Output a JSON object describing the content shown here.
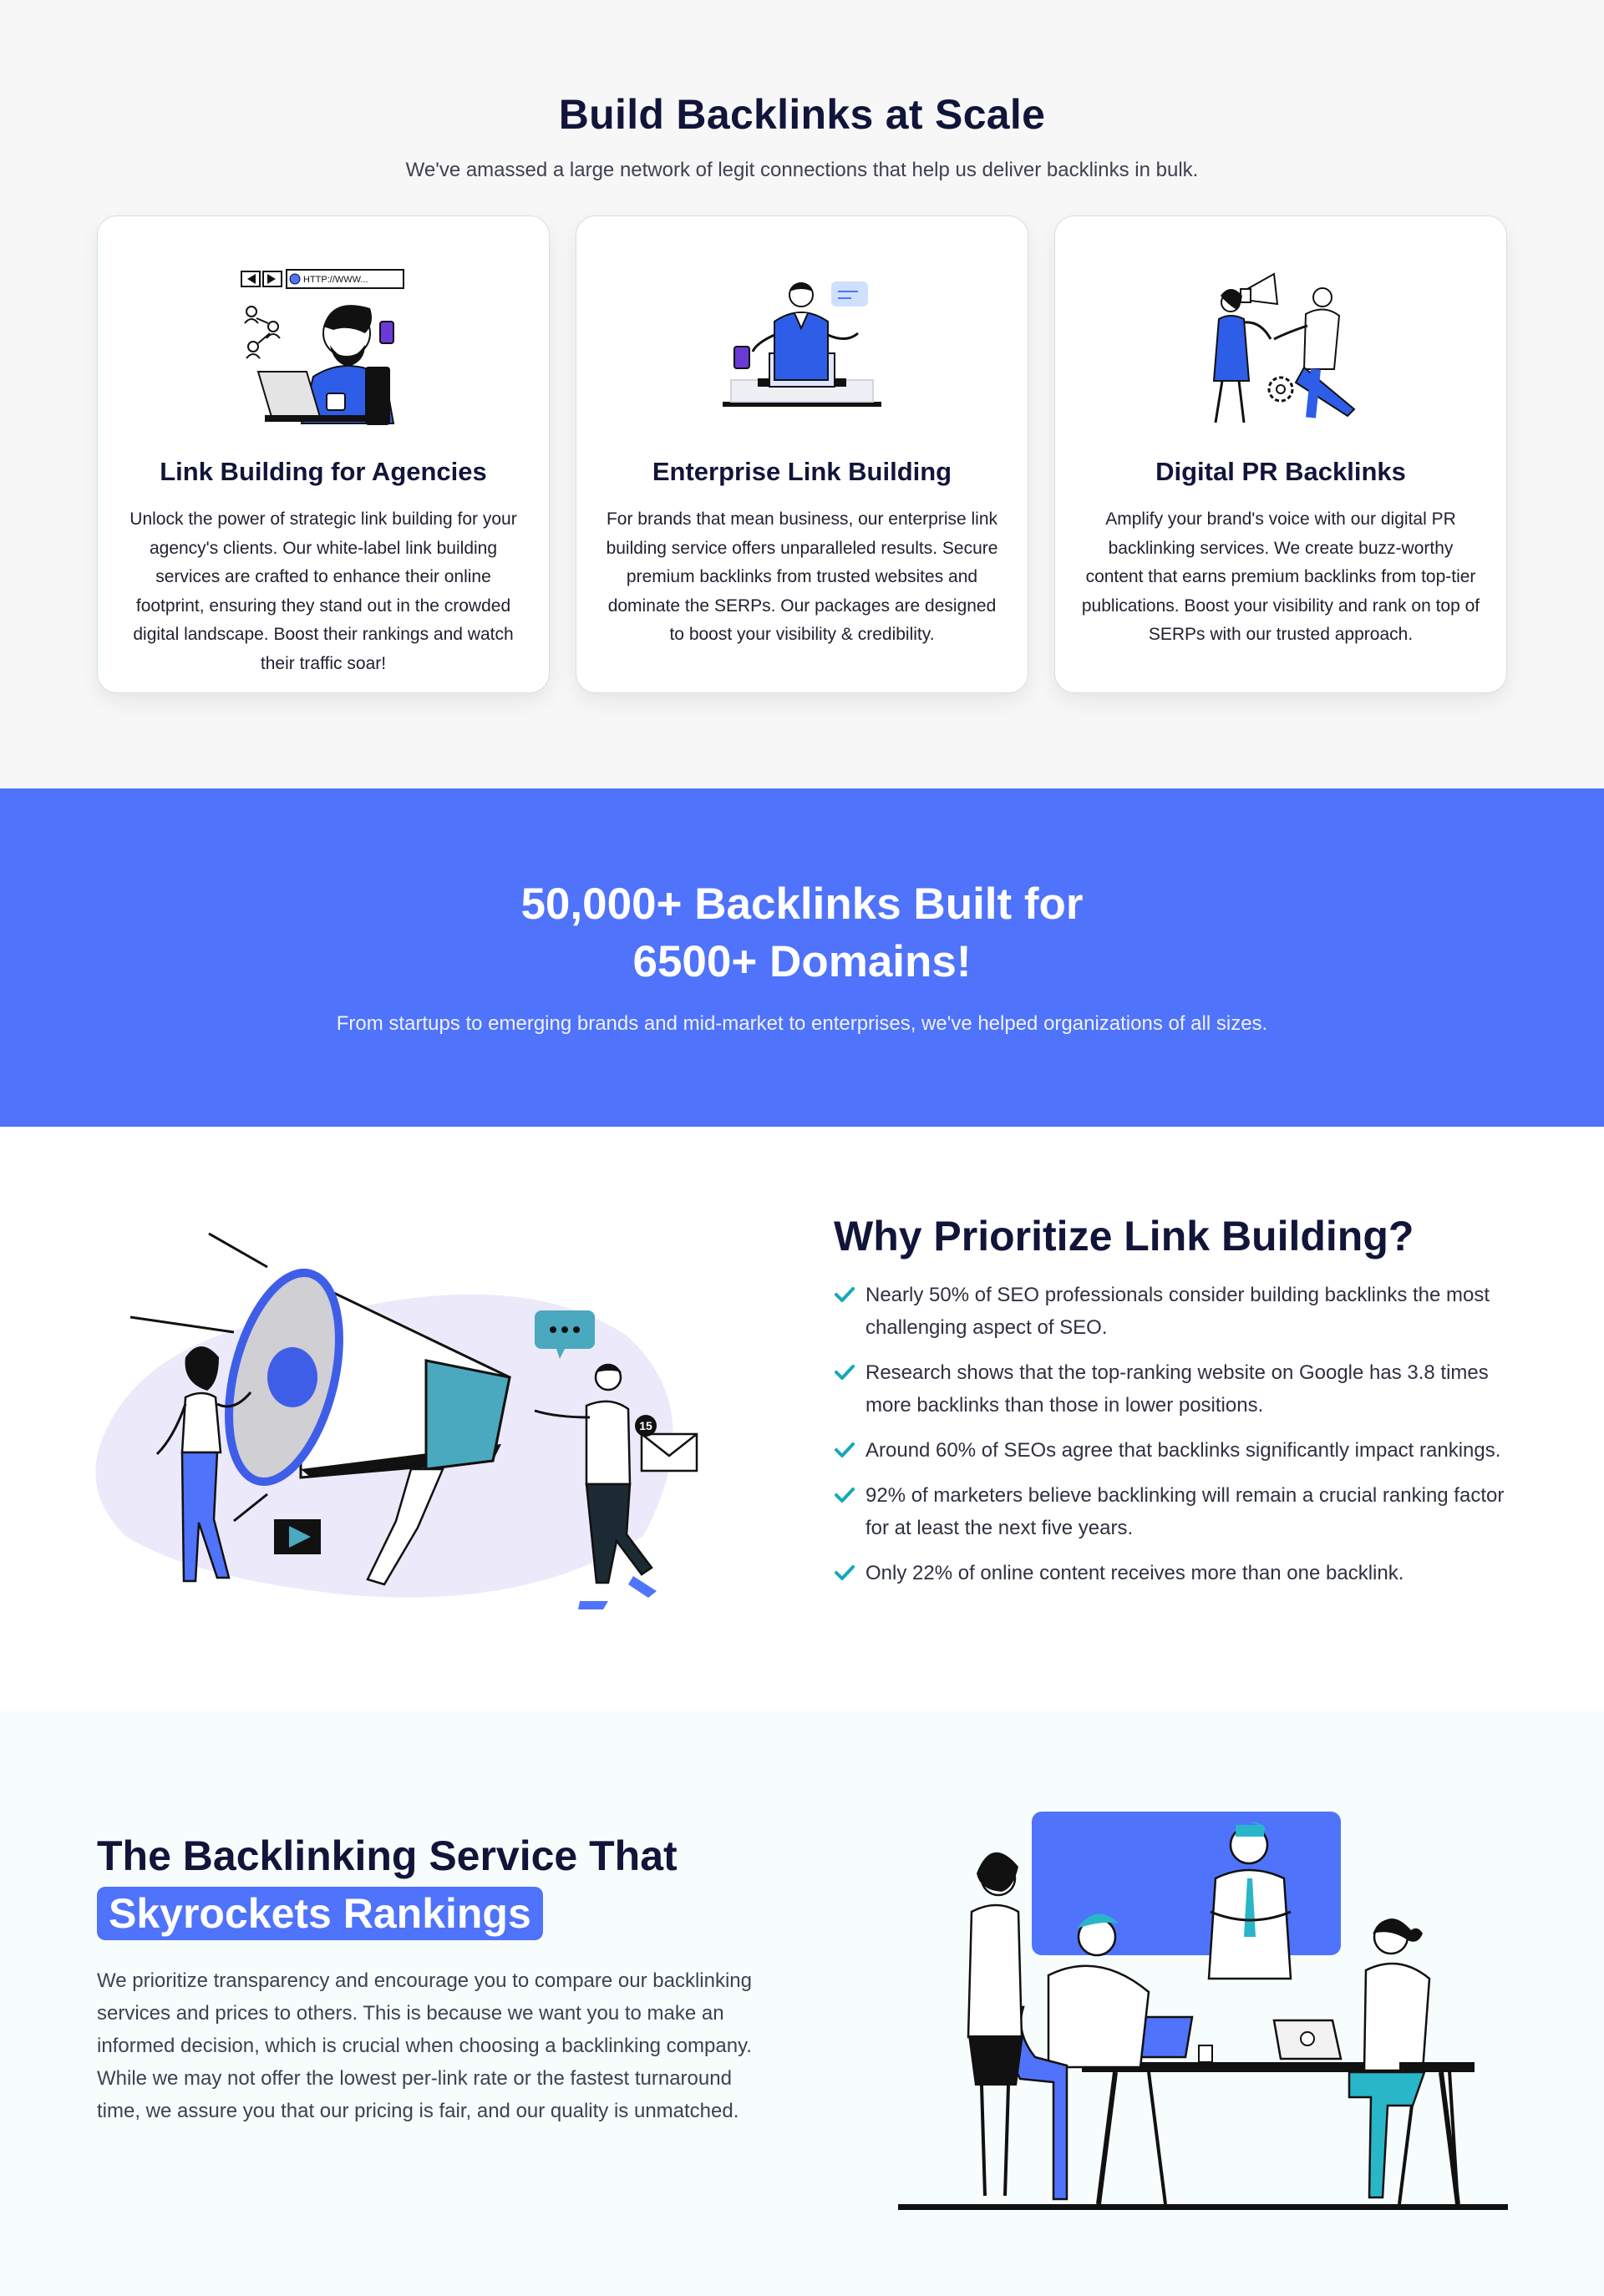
{
  "build": {
    "title": "Build Backlinks at Scale",
    "subtitle": "We've amassed a large network of legit connections that help us deliver backlinks in bulk.",
    "cards": [
      {
        "title": "Link Building for Agencies",
        "text": "Unlock the power of strategic link building for your agency's clients. Our white-label link building services are crafted to enhance their online footprint, ensuring they stand out in the crowded digital landscape. Boost their rankings and watch their traffic soar!",
        "browser_text": "HTTP://WWW..."
      },
      {
        "title": "Enterprise Link Building",
        "text": "For brands that mean business, our enterprise link building service offers unparalleled results. Secure premium backlinks from trusted websites and dominate the SERPs. Our packages are designed to boost your visibility & credibility."
      },
      {
        "title": "Digital PR Backlinks",
        "text": "Amplify your brand's voice with our digital PR backlinking services. We create buzz-worthy content that earns premium backlinks from top-tier publications. Boost your visibility and rank on top of SERPs with our trusted approach."
      }
    ]
  },
  "stats": {
    "title_line1": "50,000+ Backlinks Built for",
    "title_line2": "6500+ Domains!",
    "subtitle": "From startups to emerging brands and mid-market to enterprises, we've helped organizations of all sizes."
  },
  "why": {
    "title": "Why Prioritize Link Building?",
    "notification_count": "15",
    "items": [
      "Nearly 50% of SEO professionals consider building backlinks the most challenging aspect of SEO.",
      "Research shows that the top-ranking website on Google has 3.8 times more backlinks than those in lower positions.",
      "Around 60% of SEOs agree that backlinks significantly impact rankings.",
      "92% of marketers believe backlinking will remain a crucial ranking factor for at least the next five years.",
      "Only 22% of online content receives more than one backlink."
    ]
  },
  "service": {
    "title_line1": "The Backlinking Service That",
    "title_highlight": "Skyrockets Rankings",
    "text": "We prioritize transparency and encourage you to compare our backlinking services and prices to others. This is because we want you to make an informed decision, which is crucial when choosing a backlinking company. While we may not offer the lowest per-link rate or the fastest turnaround time, we assure you that our pricing is fair, and our quality is unmatched."
  },
  "colors": {
    "accent_blue": "#4f73fb",
    "navy_heading": "#12153a",
    "check_teal": "#17a8b8",
    "section_gray": "#f7f7f7"
  },
  "icons": [
    "arrow-left-icon",
    "arrow-right-icon",
    "globe-icon",
    "check-icon",
    "play-icon",
    "chat-bubble-icon",
    "envelope-icon",
    "megaphone-icon",
    "laptop-icon",
    "phone-icon",
    "gear-icon"
  ]
}
